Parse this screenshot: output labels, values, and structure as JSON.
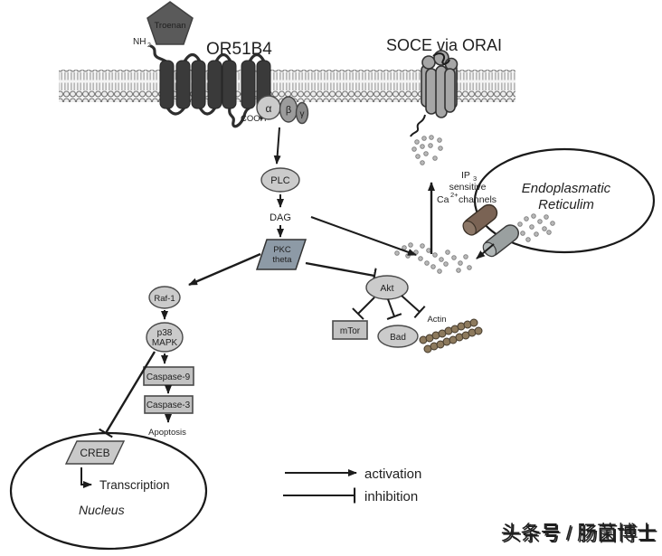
{
  "ligand": {
    "name": "Troenan",
    "tail_label": "NH",
    "tail_sub": "2"
  },
  "receptor": {
    "name": "OR51B4",
    "c_terminus": "COOH"
  },
  "channel": {
    "name": "SOCE via ORAI"
  },
  "g_protein": {
    "alpha": "α",
    "beta": "β",
    "gamma": "γ"
  },
  "cascade": {
    "plc": "PLC",
    "dag": "DAG",
    "pkc_line1": "PKC",
    "pkc_line2": "theta",
    "raf": "Raf-1",
    "p38_line1": "p38",
    "p38_line2": "MAPK",
    "caspase9": "Caspase-9",
    "caspase3": "Caspase-3",
    "apoptosis": "Apoptosis",
    "akt": "Akt",
    "mtor": "mTor",
    "bad": "Bad",
    "actin": "Actin",
    "creb": "CREB"
  },
  "er": {
    "name_line1": "Endoplasmatic",
    "name_line2": "Reticulim",
    "channel_label": {
      "ip": "IP",
      "ip_sub": "3",
      "line2": "sensitive",
      "ca": "Ca",
      "ca_sup": "2+",
      "channels": "channels"
    }
  },
  "nucleus": {
    "name": "Nucleus",
    "transcription": "Transcription"
  },
  "legend": {
    "activation": "activation",
    "inhibition": "inhibition"
  },
  "watermark": "头条号 / 肠菌博士",
  "colors": {
    "pkc_fill": "#8d9aa6",
    "er_channel_brown": "#7a6354",
    "er_channel_gray": "#9aa0a0",
    "node_fill": "#cbcbcb",
    "membrane_dark": "#3a3a3a",
    "watermark_gray": "#c6c6c6"
  }
}
